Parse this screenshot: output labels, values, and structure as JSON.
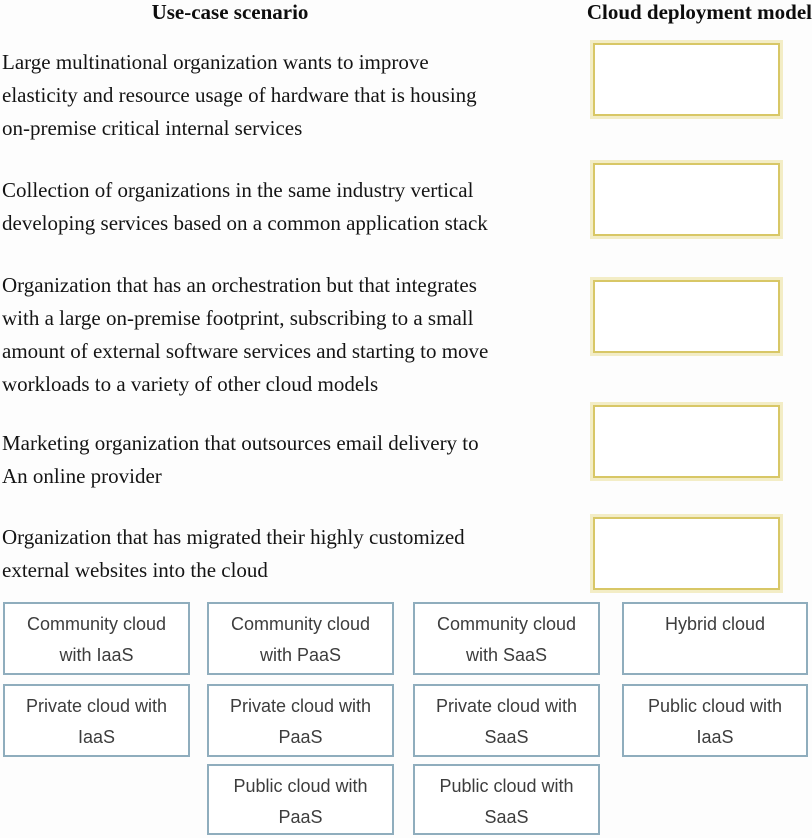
{
  "headers": {
    "left": "Use-case scenario",
    "right": "Cloud deployment model"
  },
  "scenarios": [
    {
      "text": "Large multinational organization wants to improve\nelasticity and resource usage of hardware that is housing\non-premise critical internal services"
    },
    {
      "text": "Collection of organizations in the same industry vertical\ndeveloping services based on a common application stack"
    },
    {
      "text": "Organization that has an orchestration but that integrates\nwith a large on-premise footprint, subscribing to a small\namount of external software services and starting to move\nworkloads to a variety of other cloud models"
    },
    {
      "text": "Marketing organization that outsources email delivery to\nAn online provider"
    },
    {
      "text": "Organization that has migrated their highly customized\nexternal websites into the cloud"
    }
  ],
  "drop_zones": [
    {
      "value": ""
    },
    {
      "value": ""
    },
    {
      "value": ""
    },
    {
      "value": ""
    },
    {
      "value": ""
    }
  ],
  "options": [
    {
      "label": "Community cloud\nwith IaaS"
    },
    {
      "label": "Community cloud\nwith PaaS"
    },
    {
      "label": "Community cloud\nwith SaaS"
    },
    {
      "label": "Hybrid cloud"
    },
    {
      "label": "Private cloud with\nIaaS"
    },
    {
      "label": "Private cloud with\nPaaS"
    },
    {
      "label": "Private cloud with\nSaaS"
    },
    {
      "label": "Public cloud with\nIaaS"
    },
    {
      "label": "Public cloud with\nPaaS"
    },
    {
      "label": "Public cloud with\nSaaS"
    }
  ],
  "colors": {
    "drop_zone_border": "#d8c766",
    "drop_zone_glow": "#f3edc6",
    "option_border": "#8fadbd",
    "option_text": "#3d3d3d",
    "scenario_text": "#141414"
  }
}
